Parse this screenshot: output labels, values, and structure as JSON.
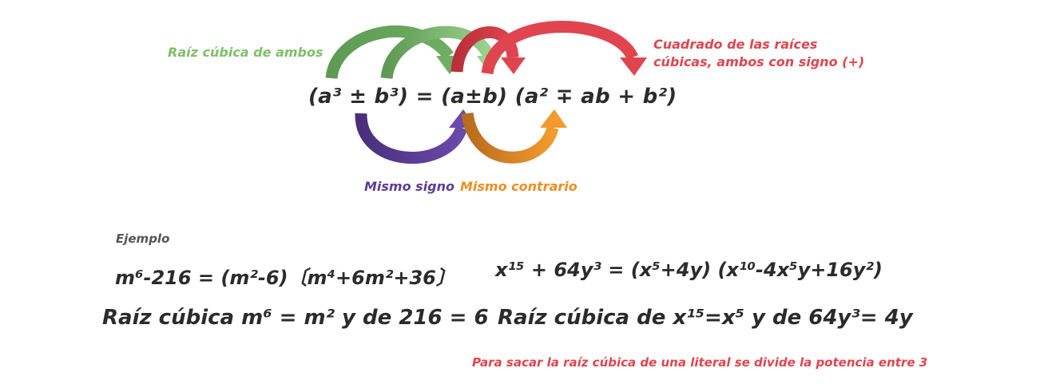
{
  "diagram": {
    "formula": "(a³  ± b³) = (a±b) (a² ∓ ab + b²)",
    "label_green": "Raíz cúbica de ambos",
    "label_red_line1": "Cuadrado de las raíces",
    "label_red_line2": "cúbicas, ambos con signo (+)",
    "label_purple": "Mismo signo",
    "label_orange": "Mismo contrario"
  },
  "example": {
    "heading": "Ejemplo",
    "eq1": "m⁶-216 = (m²-6)〔m⁴+6m²+36〕",
    "eq2": "x¹⁵ +  64y³ = (x⁵+4y) (x¹⁰-4x⁵y+16y²)",
    "root1": "Raíz cúbica m⁶ = m² y de 216 = 6",
    "root2": "Raíz cúbica de x¹⁵=x⁵ y de 64y³= 4y",
    "note": "Para sacar la raíz cúbica de una literal se divide la potencia entre 3"
  },
  "colors": {
    "green_dark": "#5e9a53",
    "green_light": "#86c77a",
    "red_dark": "#c8353e",
    "red": "#e0454f",
    "purple": "#5b3d96",
    "orange": "#ee8d22",
    "brown": "#c57a24"
  },
  "icons": [
    "curved-arrow-icon"
  ]
}
